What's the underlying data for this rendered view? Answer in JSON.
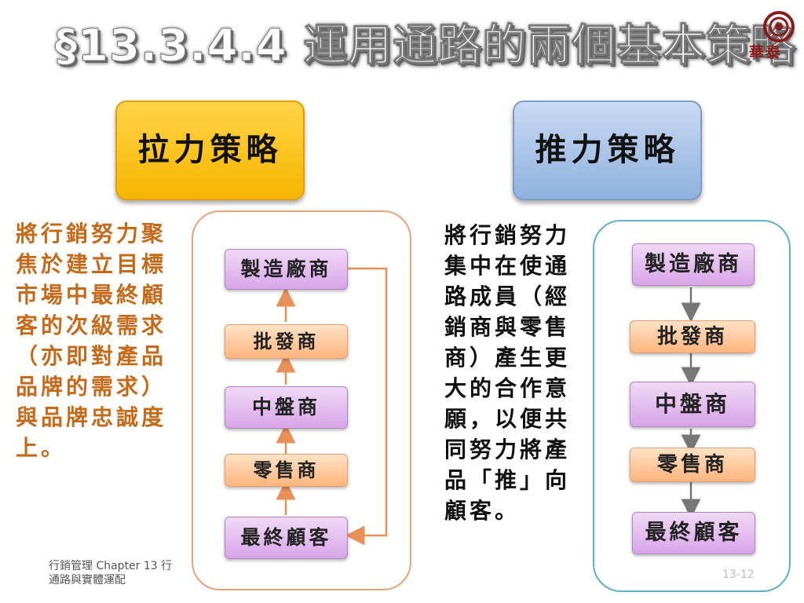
{
  "slide": {
    "title": "§13.3.4.4 運用通路的兩個基本策略",
    "logo_text": "華泰",
    "footer_line1": "行銷管理   Chapter 13    行",
    "footer_line2": "通路與實體運配",
    "footer_right": "13-12"
  },
  "pull": {
    "label": "拉力策略",
    "description": "將行銷努力聚焦於建立目標市場中最終顧客的次級需求（亦即對產品品牌的需求）與品牌忠誠度上。",
    "nodes": [
      "製造廠商",
      "批發商",
      "中盤商",
      "零售商",
      "最終顧客"
    ]
  },
  "push": {
    "label": "推力策略",
    "description": "將行銷努力集中在使通路成員（經銷商與零售商）產生更大的合作意願，以便共同努力將產品「推」向顧客。",
    "nodes": [
      "製造廠商",
      "批發商",
      "中盤商",
      "零售商",
      "最終顧客"
    ]
  },
  "colors": {
    "pull_box": "#f7b500",
    "push_box": "#8fb1de",
    "node_purple": "#d7a5e8",
    "node_orange": "#ffb57d",
    "pull_text": "#c46a1a",
    "pull_arrow": "#e8905a",
    "push_arrow": "#777777"
  }
}
